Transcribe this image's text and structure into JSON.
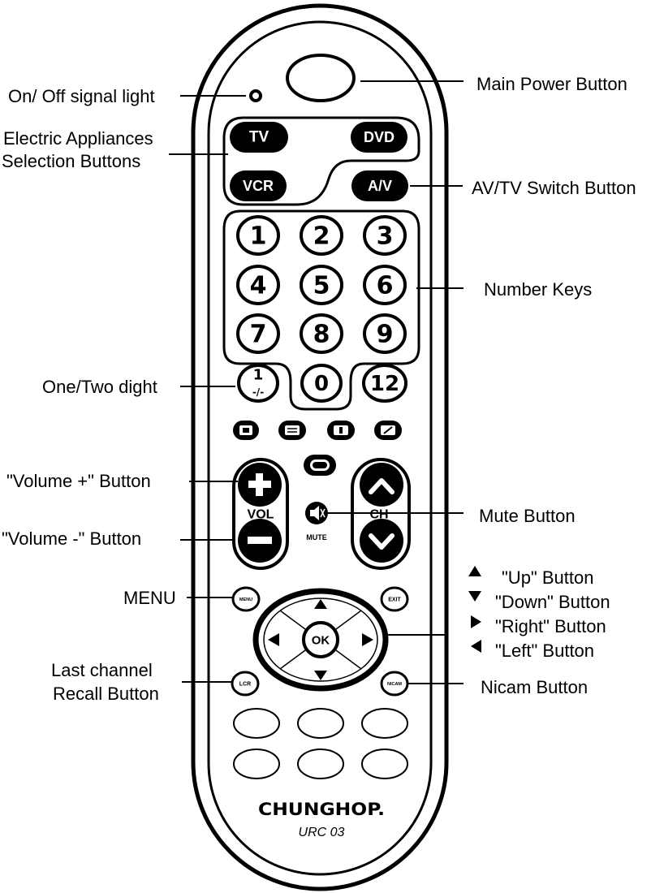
{
  "labels": {
    "signal_light": "On/ Off signal light",
    "main_power": "Main Power Button",
    "appliances_line1": "Electric Appliances",
    "appliances_line2": "Selection Buttons",
    "av_tv_switch": "AV/TV Switch Button",
    "number_keys": "Number Keys",
    "one_two_digit": "One/Two dight",
    "volume_plus": "\"Volume +\" Button",
    "volume_minus": "\"Volume -\" Button",
    "mute": "Mute Button",
    "menu": "MENU",
    "up": "\"Up\" Button",
    "down": "\"Down\" Button",
    "right": "\"Right\" Button",
    "left": "\"Left\" Button",
    "last_channel_line1": "Last channel",
    "last_channel_line2": "Recall Button",
    "nicam": "Nicam Button"
  },
  "remote": {
    "buttons": {
      "tv": "TV",
      "dvd": "DVD",
      "vcr": "VCR",
      "av": "A/V",
      "vol": "VOL",
      "ch": "CH",
      "mute": "MUTE",
      "ok": "OK",
      "menu": "MENU",
      "exit": "EXIT",
      "lcr": "LCR",
      "nicam": "NICAM"
    },
    "numbers": [
      "1",
      "2",
      "3",
      "4",
      "5",
      "6",
      "7",
      "8",
      "9"
    ],
    "one_two_digit_top": "1",
    "one_two_digit_bottom": "-/-",
    "zero": "0",
    "twelve": "12",
    "brand": "CHUNGHOP.",
    "model": "URC 03"
  }
}
